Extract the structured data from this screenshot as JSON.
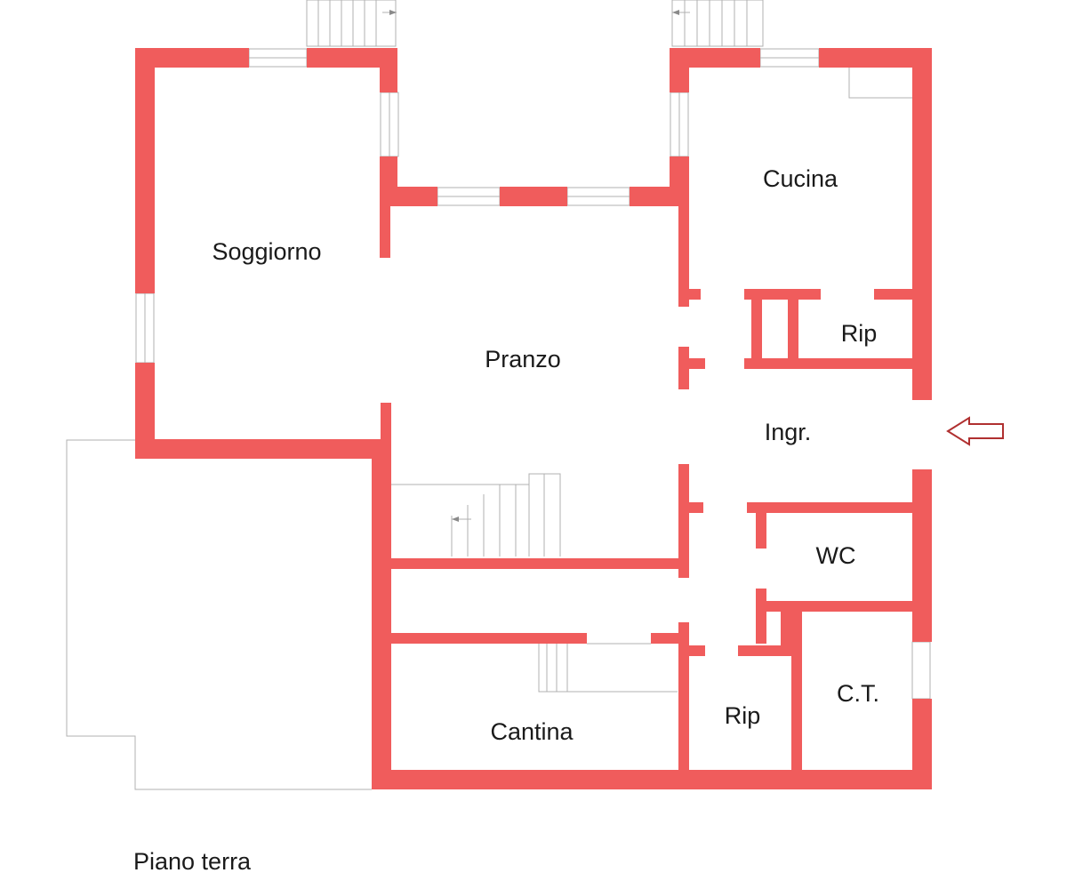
{
  "rooms": {
    "soggiorno": "Soggiorno",
    "pranzo": "Pranzo",
    "cucina": "Cucina",
    "rip_top": "Rip",
    "ingresso": "Ingr.",
    "wc": "WC",
    "rip_bottom": "Rip",
    "ct": "C.T.",
    "cantina": "Cantina"
  },
  "caption": "Piano terra",
  "colors": {
    "wall": "#f05c5c",
    "entrance_arrow": "#b03030"
  },
  "icons": {
    "entrance": "entrance-arrow-icon"
  }
}
